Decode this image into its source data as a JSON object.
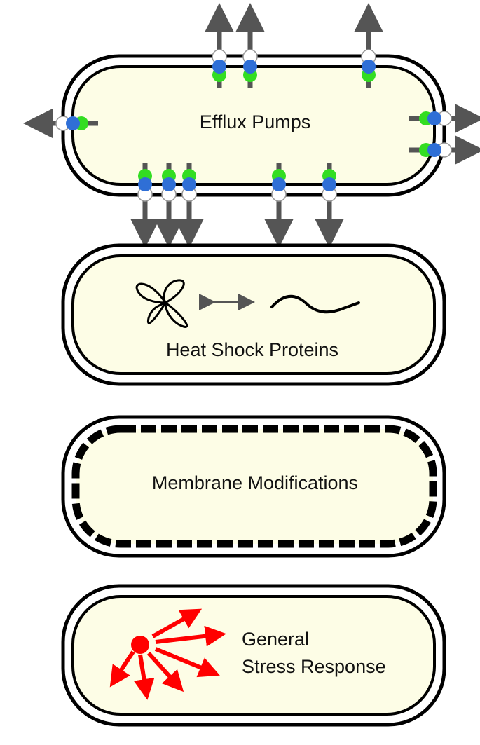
{
  "panels": {
    "efflux": {
      "label": "Efflux Pumps"
    },
    "heat_shock": {
      "label": "Heat Shock Proteins"
    },
    "membrane": {
      "label": "Membrane Modifications"
    },
    "stress": {
      "label_line1": "General",
      "label_line2": "Stress Response"
    }
  },
  "colors": {
    "cytoplasm": "#fdfde6",
    "outline": "#000000",
    "arrow_gray": "#555555",
    "pump_blue": "#2f6fd6",
    "pump_green": "#33dd22",
    "pump_white": "#ffffff",
    "stress_red": "#ff0000"
  }
}
